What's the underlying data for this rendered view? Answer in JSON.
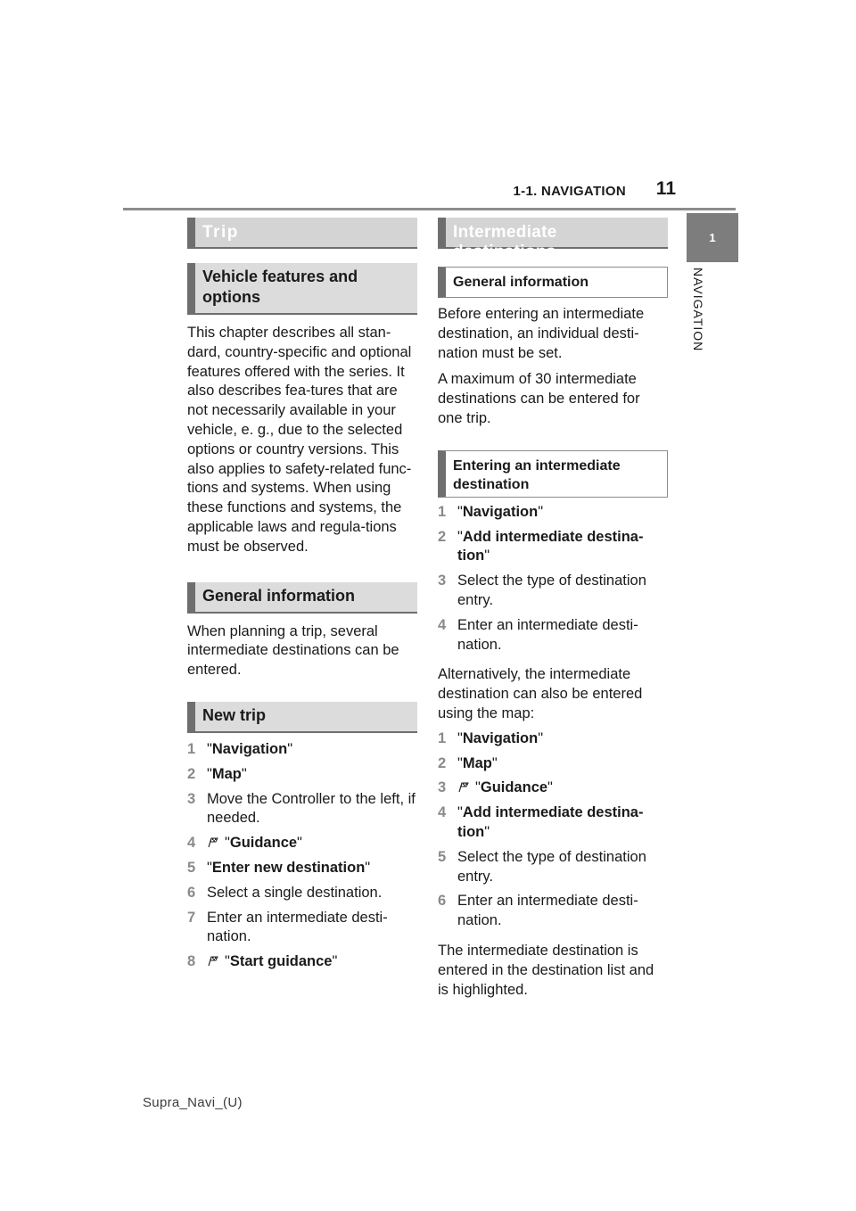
{
  "header": {
    "section": "1-1. NAVIGATION",
    "page": "11"
  },
  "side_tab": {
    "number": "1",
    "label": "NAVIGATION"
  },
  "left": {
    "trip_heading": "Trip",
    "vehicle_heading": "Vehicle features and options",
    "vehicle_text": "This chapter describes all stan-dard, country-specific and optional features offered with the series. It also describes fea-tures that are not necessarily available in your vehicle, e. g., due to the selected options or country versions. This also applies to safety-related func-tions and systems. When using these functions and systems, the applicable laws and regula-tions must be observed.",
    "general_heading": "General information",
    "general_text": "When planning a trip, several intermediate destinations can be entered.",
    "newtrip_heading": "New trip",
    "steps": [
      {
        "num": "1",
        "label": "Navigation",
        "bold": true,
        "icon": false
      },
      {
        "num": "2",
        "label": "Map",
        "bold": true,
        "icon": false
      },
      {
        "num": "3",
        "label": "Move the Controller to the left, if needed.",
        "bold": false,
        "icon": false
      },
      {
        "num": "4",
        "label": "Guidance",
        "bold": true,
        "icon": true
      },
      {
        "num": "5",
        "label": "Enter new destination",
        "bold": true,
        "icon": false
      },
      {
        "num": "6",
        "label": "Select a single destination.",
        "bold": false,
        "icon": false
      },
      {
        "num": "7",
        "label": "Enter an intermediate desti-nation.",
        "bold": false,
        "icon": false
      },
      {
        "num": "8",
        "label": "Start guidance",
        "bold": true,
        "icon": true
      }
    ]
  },
  "right": {
    "intermediate_heading": "Intermediate destinations",
    "general_heading": "General information",
    "general_text1": "Before entering an intermediate destination, an individual desti-nation must be set.",
    "general_text2": "A maximum of 30 intermediate destinations can be entered for one trip.",
    "entering_heading": "Entering an intermediate destination",
    "steps_a": [
      {
        "num": "1",
        "label": "Navigation",
        "bold": true,
        "icon": false
      },
      {
        "num": "2",
        "label": "Add intermediate destina-tion",
        "bold": true,
        "icon": false
      },
      {
        "num": "3",
        "label": "Select the type of destination entry.",
        "bold": false,
        "icon": false
      },
      {
        "num": "4",
        "label": "Enter an intermediate desti-nation.",
        "bold": false,
        "icon": false
      }
    ],
    "alt_text": "Alternatively, the intermediate destination can also be entered using the map:",
    "steps_b": [
      {
        "num": "1",
        "label": "Navigation",
        "bold": true,
        "icon": false
      },
      {
        "num": "2",
        "label": "Map",
        "bold": true,
        "icon": false
      },
      {
        "num": "3",
        "label": "Guidance",
        "bold": true,
        "icon": true
      },
      {
        "num": "4",
        "label": "Add intermediate destina-tion",
        "bold": true,
        "icon": false
      },
      {
        "num": "5",
        "label": "Select the type of destination entry.",
        "bold": false,
        "icon": false
      },
      {
        "num": "6",
        "label": "Enter an intermediate desti-nation.",
        "bold": false,
        "icon": false
      }
    ],
    "final_text": "The intermediate destination is entered in the destination list and is highlighted."
  },
  "footer": "Supra_Navi_(U)"
}
